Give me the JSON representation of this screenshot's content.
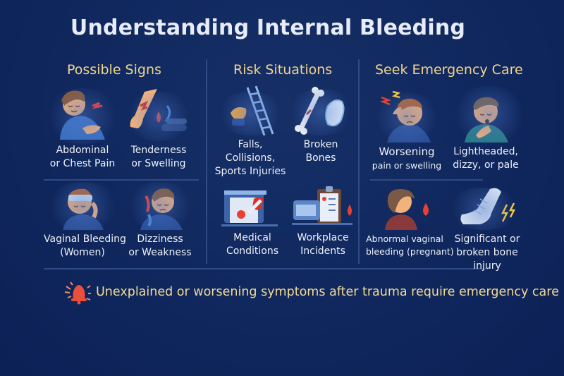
{
  "title": "Understanding Internal Bleeding",
  "columns": [
    {
      "heading": "Possible Signs",
      "cards": [
        {
          "label_lines": [
            "Abdominal",
            "or Chest Pain"
          ],
          "icon": "person-chest-pain-icon"
        },
        {
          "label_lines": [
            "Tenderness",
            "or Swelling"
          ],
          "icon": "injured-arm-icon"
        },
        {
          "label_lines": [
            "Vaginal Bleeding",
            "(Women)"
          ],
          "icon": "person-headache-icon"
        },
        {
          "label_lines": [
            "Dizziness",
            "or Weakness"
          ],
          "icon": "dizzy-person-icon"
        }
      ]
    },
    {
      "heading": "Risk Situations",
      "cards": [
        {
          "label_lines": [
            "Falls,",
            "Collisions,",
            "Sports Injuries"
          ],
          "icon": "ladder-fall-icon"
        },
        {
          "label_lines": [
            "Broken",
            "Bones"
          ],
          "icon": "broken-bone-icon"
        },
        {
          "label_lines": [
            "Medical",
            "Conditions"
          ],
          "icon": "medical-conditions-icon"
        },
        {
          "label_lines": [
            "Workplace",
            "Incidents"
          ],
          "icon": "clipboard-icon"
        }
      ]
    },
    {
      "heading": "Seek Emergency Care",
      "cards": [
        {
          "label_lines": [
            "Worsening",
            "pain or swelling"
          ],
          "icon": "person-worsening-pain-icon"
        },
        {
          "label_lines": [
            "Lightheaded,",
            "dizzy, or pale"
          ],
          "icon": "lightheaded-person-icon"
        },
        {
          "label_lines": [
            "Abnormal vaginal",
            "bleeding (pregnant)"
          ],
          "icon": "pregnant-woman-icon"
        },
        {
          "label_lines": [
            "Significant or",
            "broken bone",
            "injury"
          ],
          "icon": "leg-cast-icon"
        }
      ]
    }
  ],
  "footer": {
    "icon": "alarm-bell-icon",
    "message": "Unexplained or worsening symptoms after trauma require emergency care"
  },
  "colors": {
    "background": "#10285e",
    "heading": "#f0d58c",
    "title": "#e8ecf6",
    "footer_text": "#f3dc97",
    "alert_red": "#e9503b",
    "divider": "#2f4a85"
  }
}
